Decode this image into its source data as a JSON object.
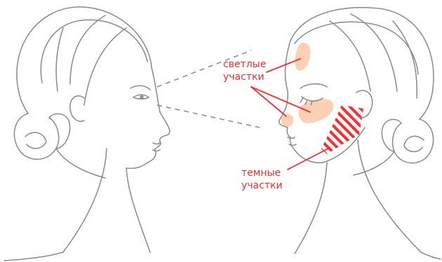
{
  "labels": {
    "light_line1": "светлые",
    "light_line2": "участки",
    "dark_line1": "темные",
    "dark_line2": "участки"
  },
  "colors": {
    "outline": "#8f8f8f",
    "accent": "#ff2a2a",
    "highlight": "#fdd0b3"
  }
}
